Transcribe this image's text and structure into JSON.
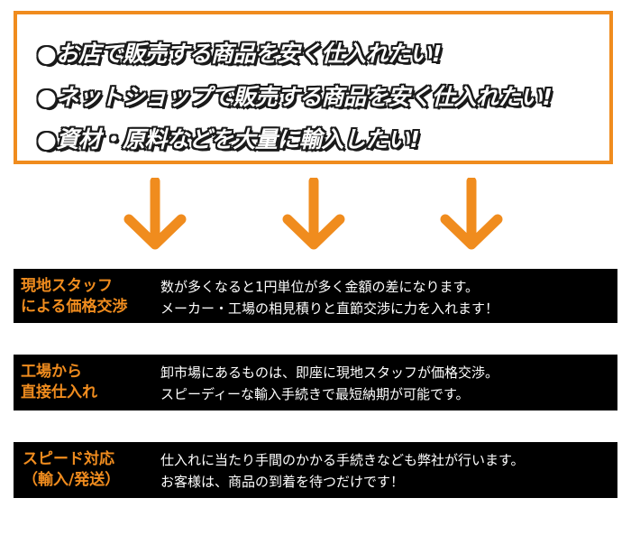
{
  "needs": [
    "●お店で販売する商品を安く仕入れたい!",
    "●ネットショップで販売する商品を安く仕入れたい!",
    "●資材・原料などを大量に輸入したい!"
  ],
  "colors": {
    "accent": "#f08c1e",
    "band": "#000000",
    "text_light": "#ffffff"
  },
  "arrow_icon": "arrow-down-icon",
  "features": [
    {
      "title": [
        "現地スタッフ",
        "による価格交渉"
      ],
      "desc": [
        "数が多くなると1円単位が多く金額の差になります。",
        "メーカー・工場の相見積りと直節交渉に力を入れます！"
      ]
    },
    {
      "title": [
        "工場から",
        "直接仕入れ"
      ],
      "desc": [
        "卸市場にあるものは、即座に現地スタッフが価格交渉。",
        "スピーディーな輸入手続きで最短納期が可能です。"
      ]
    },
    {
      "title": [
        "スピード対応",
        "（輸入/発送）"
      ],
      "desc": [
        "仕入れに当たり手間のかかる手続きなども弊社が行います。",
        "お客様は、商品の到着を待つだけです！"
      ]
    }
  ]
}
